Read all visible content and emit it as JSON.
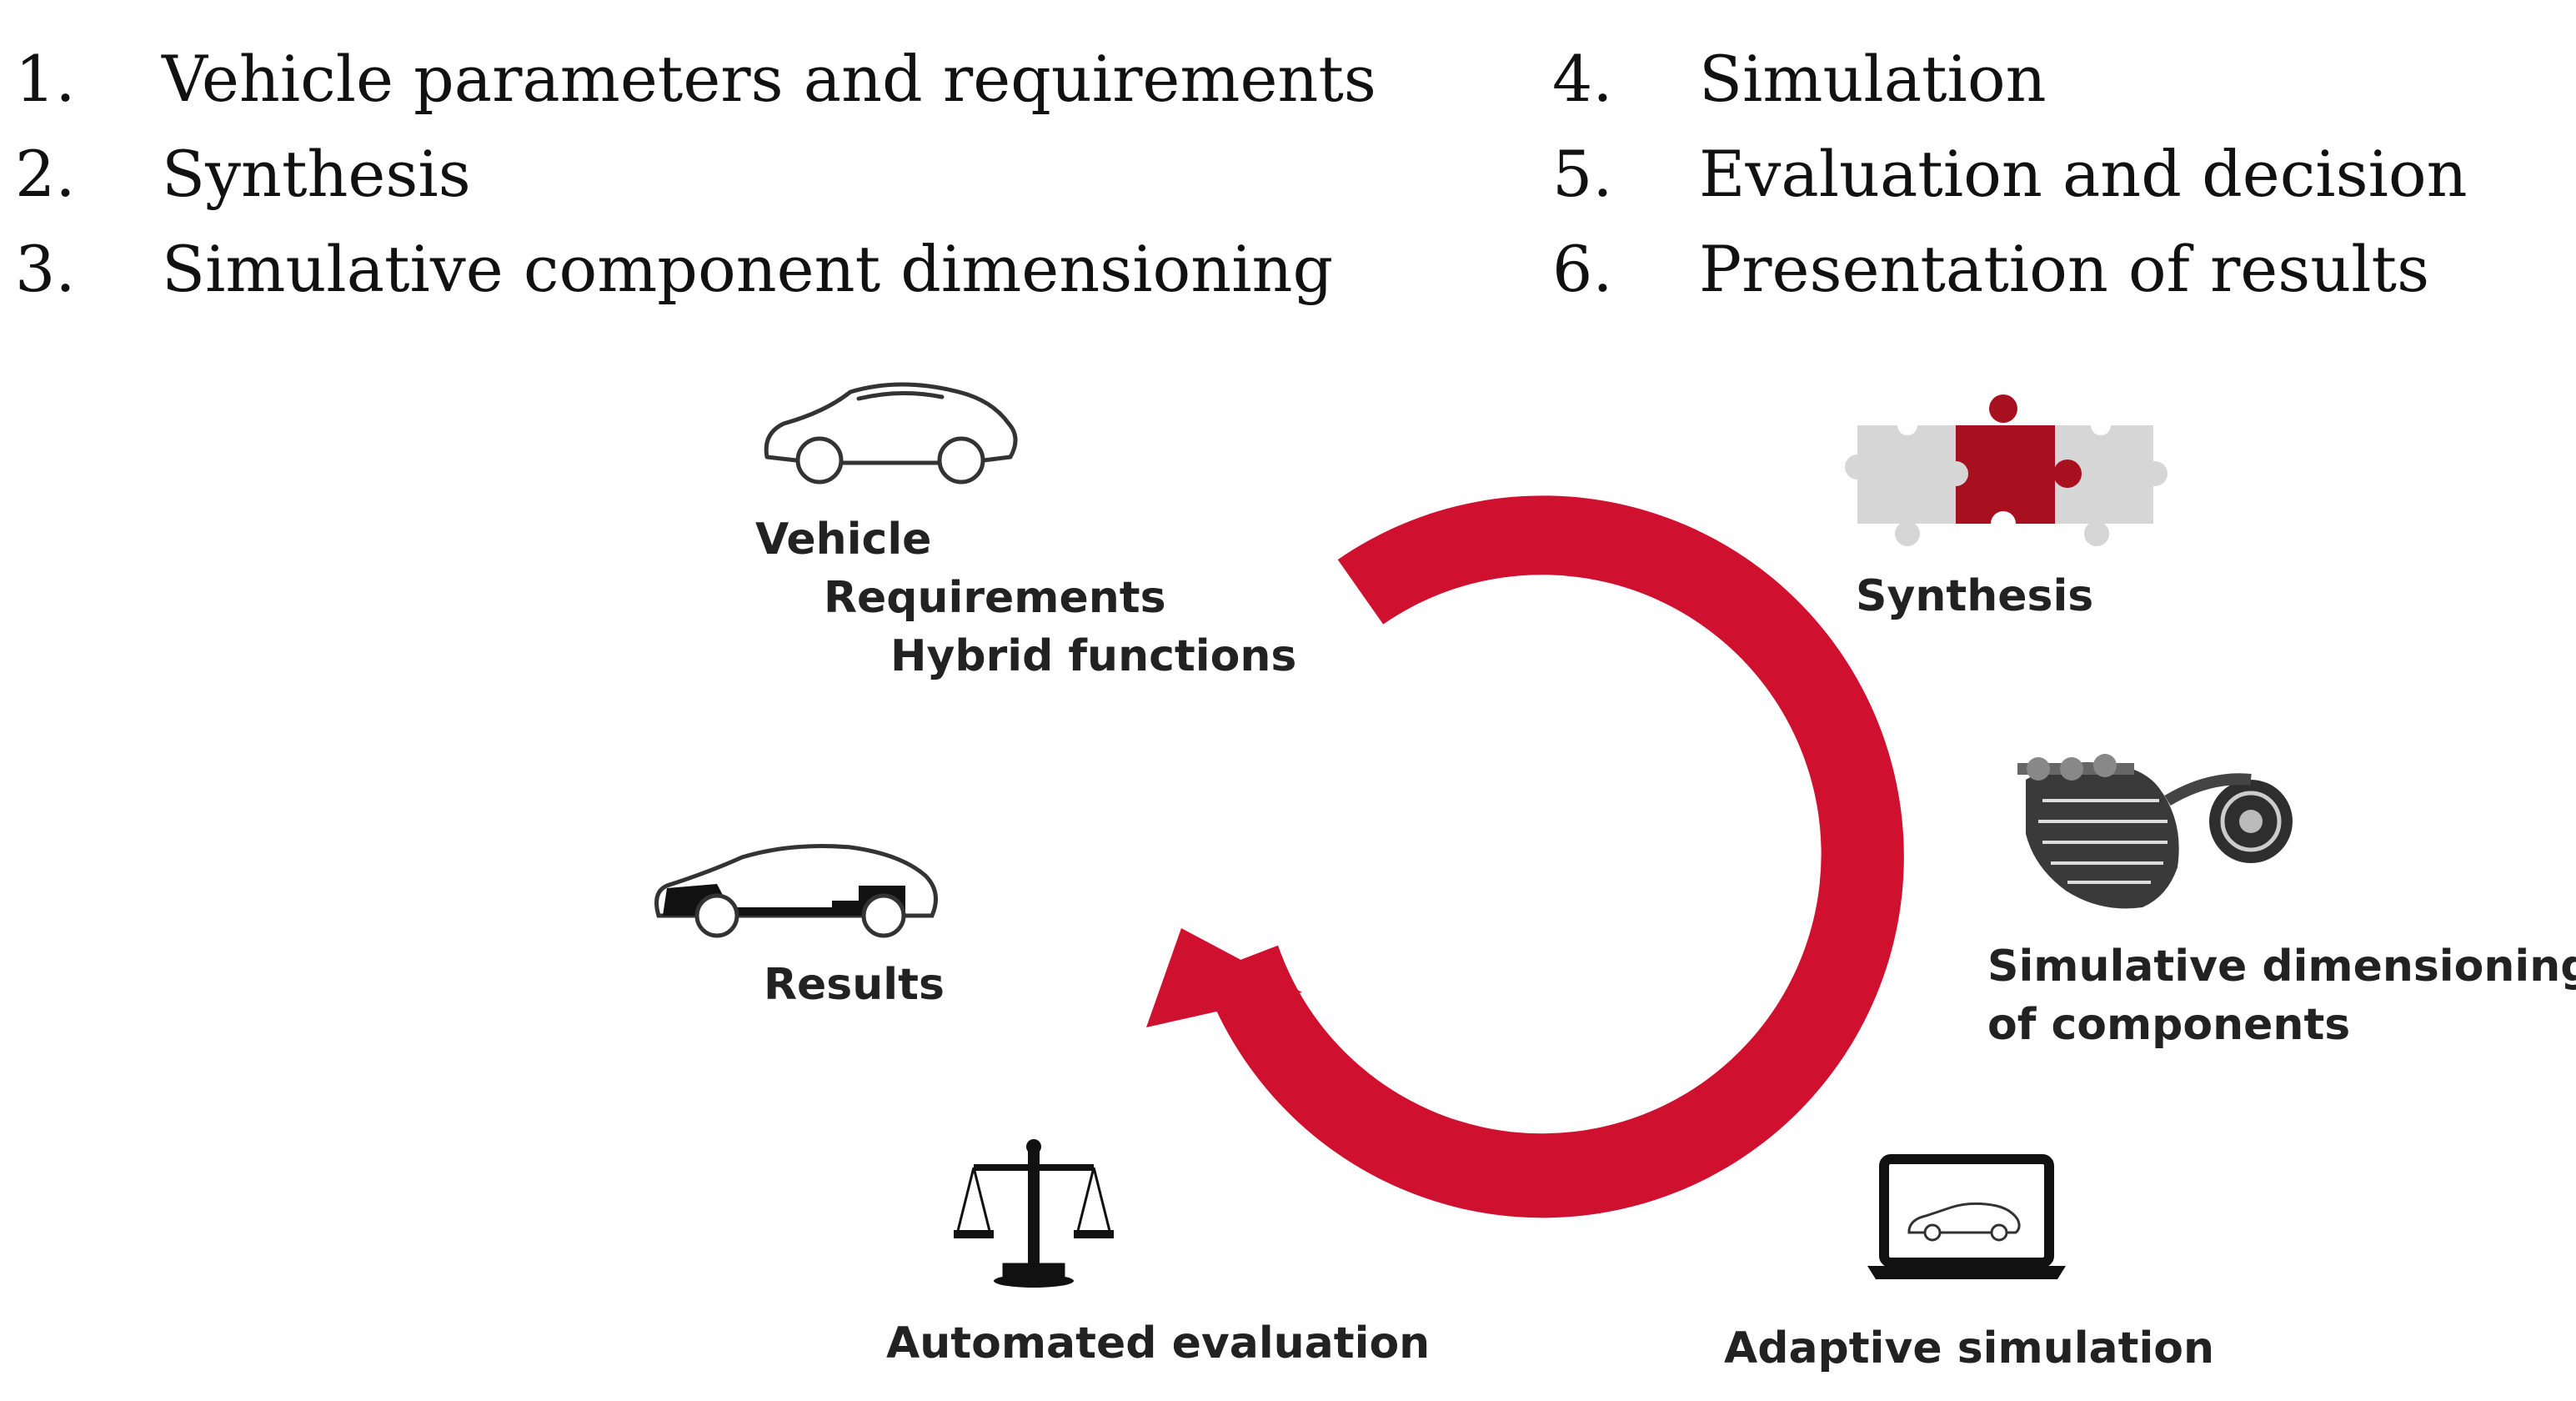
{
  "steps_left": [
    {
      "num": "1.",
      "label": "Vehicle parameters and requirements"
    },
    {
      "num": "2.",
      "label": "Synthesis"
    },
    {
      "num": "3.",
      "label": "Simulative component dimensioning"
    }
  ],
  "steps_right": [
    {
      "num": "4.",
      "label": "Simulation"
    },
    {
      "num": "5.",
      "label": "Evaluation and decision"
    },
    {
      "num": "6.",
      "label": "Presentation of results"
    }
  ],
  "diagram": {
    "vehicle": {
      "line1": "Vehicle",
      "line2": "Requirements",
      "line3": "Hybrid functions",
      "icon": "car-outline-icon"
    },
    "synthesis": {
      "label": "Synthesis",
      "icon": "puzzle-icon"
    },
    "components": {
      "line1": "Simulative dimensioning",
      "line2": "of components",
      "icon": "engine-icon"
    },
    "adaptive": {
      "label": "Adaptive simulation",
      "icon": "laptop-car-icon"
    },
    "evaluation": {
      "label": "Automated evaluation",
      "icon": "balance-scale-icon"
    },
    "results": {
      "label": "Results",
      "icon": "car-powertrain-icon"
    }
  },
  "colors": {
    "arrow": "#d0102f",
    "puzzle_accent": "#a8101f",
    "puzzle_grey": "#d6d6d6",
    "text": "#222222"
  }
}
